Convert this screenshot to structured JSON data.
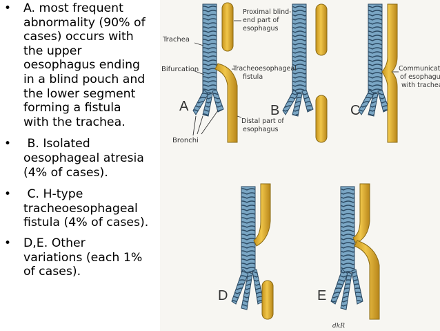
{
  "bullets": [
    "A. most frequent abnormality (90% of cases) occurs with the upper oesophagus ending in a blind pouch and the lower segment forming a fistula with the trachea.",
    " B. Isolated oesophageal atresia (4% of cases).",
    " C. H-type tracheoesophageal fistula (4% of cases).",
    "D,E. Other variations (each 1% of cases)."
  ],
  "bullet_lines": [
    [
      "A. most frequent",
      "abnormality (90% of",
      "cases) occurs with",
      "the upper",
      "oesophagus ending",
      "in a blind pouch and",
      "the lower segment",
      "forming a fistula",
      "with the trachea."
    ],
    [
      " B. Isolated",
      "oesophageal atresia",
      "(4% of cases)."
    ],
    [
      " C. H-type",
      "tracheoesophageal",
      "fistula (4% of cases)."
    ],
    [
      "D,E. Other",
      "variations (each 1%",
      "of cases)."
    ]
  ],
  "figure": {
    "labels": {
      "trachea": "Trachea",
      "bifurcation": "Bifurcation",
      "bronchi": "Bronchi",
      "proximal_1": "Proximal blind-",
      "proximal_2": "end part of",
      "proximal_3": "esophagus",
      "tef_1": "Tracheoesophageal",
      "tef_2": "fistula",
      "distal_1": "Distal part of",
      "distal_2": "esophagus",
      "comm_1": "Communication",
      "comm_2": "of esophagus",
      "comm_3": "with trachea",
      "signature": "dkR"
    },
    "letters": [
      "A",
      "B",
      "C",
      "D",
      "E"
    ],
    "colors": {
      "trachea": "#6f9fc0",
      "trachea_ring": "#2c4a63",
      "esophagus": "#e0b032",
      "esophagus_edge": "#8a6a14",
      "background": "#f7f6f2"
    }
  }
}
